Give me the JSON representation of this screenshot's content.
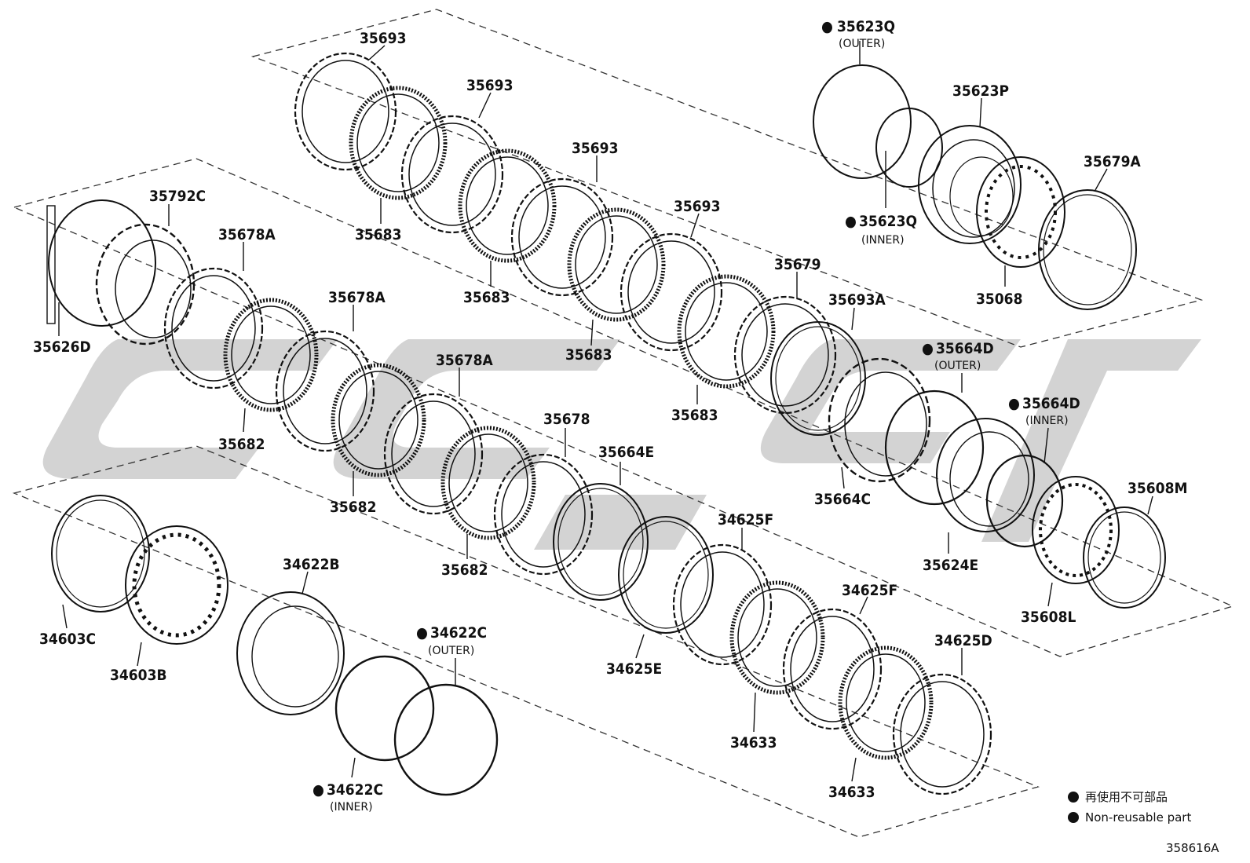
{
  "diagram": {
    "id_code": "358616A",
    "watermark_text": "",
    "legend": {
      "symbol": "●",
      "items": [
        {
          "label": "再使用不可部品"
        },
        {
          "label": "Non-reusable part"
        }
      ]
    },
    "parts": [
      {
        "number": "35693"
      },
      {
        "number": "35693"
      },
      {
        "number": "35693"
      },
      {
        "number": "35693"
      },
      {
        "number": "35683"
      },
      {
        "number": "35683"
      },
      {
        "number": "35683"
      },
      {
        "number": "35683"
      },
      {
        "number": "35679"
      },
      {
        "number": "35693A"
      },
      {
        "number": "35623Q",
        "non_reusable": true,
        "note": "(OUTER)"
      },
      {
        "number": "35623Q",
        "non_reusable": true,
        "note": "(INNER)"
      },
      {
        "number": "35623P"
      },
      {
        "number": "35679A"
      },
      {
        "number": "35068"
      },
      {
        "number": "35792C"
      },
      {
        "number": "35678A"
      },
      {
        "number": "35678A"
      },
      {
        "number": "35678A"
      },
      {
        "number": "35626D"
      },
      {
        "number": "35682"
      },
      {
        "number": "35682"
      },
      {
        "number": "35682"
      },
      {
        "number": "35678"
      },
      {
        "number": "35664E"
      },
      {
        "number": "35664D",
        "non_reusable": true,
        "note": "(OUTER)"
      },
      {
        "number": "35664D",
        "non_reusable": true,
        "note": "(INNER)"
      },
      {
        "number": "35664C"
      },
      {
        "number": "35624E"
      },
      {
        "number": "35608M"
      },
      {
        "number": "35608L"
      },
      {
        "number": "34622B"
      },
      {
        "number": "34603C"
      },
      {
        "number": "34603B"
      },
      {
        "number": "34622C",
        "non_reusable": true,
        "note": "(OUTER)"
      },
      {
        "number": "34622C",
        "non_reusable": true,
        "note": "(INNER)"
      },
      {
        "number": "34625F"
      },
      {
        "number": "34625F"
      },
      {
        "number": "34625E"
      },
      {
        "number": "34625D"
      },
      {
        "number": "34633"
      },
      {
        "number": "34633"
      }
    ]
  }
}
